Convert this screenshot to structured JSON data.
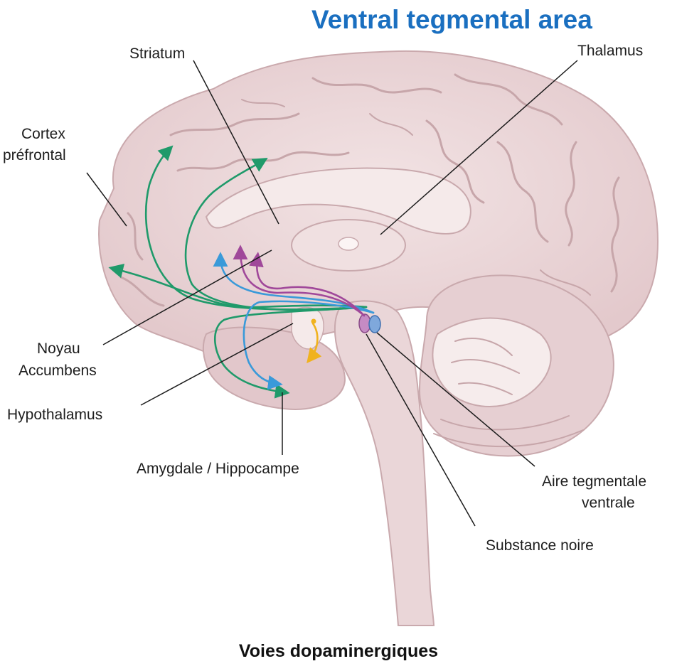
{
  "headline": "Ventral tegmental area",
  "caption": "Voies dopaminergiques",
  "labels": {
    "striatum": "Striatum",
    "thalamus": "Thalamus",
    "cortex_line1": "Cortex",
    "cortex_line2": "préfrontal",
    "noyau_line1": "Noyau",
    "noyau_line2": "Accumbens",
    "hypothalamus": "Hypothalamus",
    "amygdale": "Amygdale / Hippocampe",
    "aire_line1": "Aire tegmentale",
    "aire_line2": "ventrale",
    "substance": "Substance noire"
  },
  "colors": {
    "mesocortical_pathway": "#1f9a6a",
    "mesolimbic_pathway": "#3a9ad9",
    "nigrostriatal_pathway": "#a0489a",
    "tuberoinfundibular_pathway": "#f0b21e",
    "brain_tissue": "#ecd9da",
    "headline": "#1a6fc0"
  }
}
